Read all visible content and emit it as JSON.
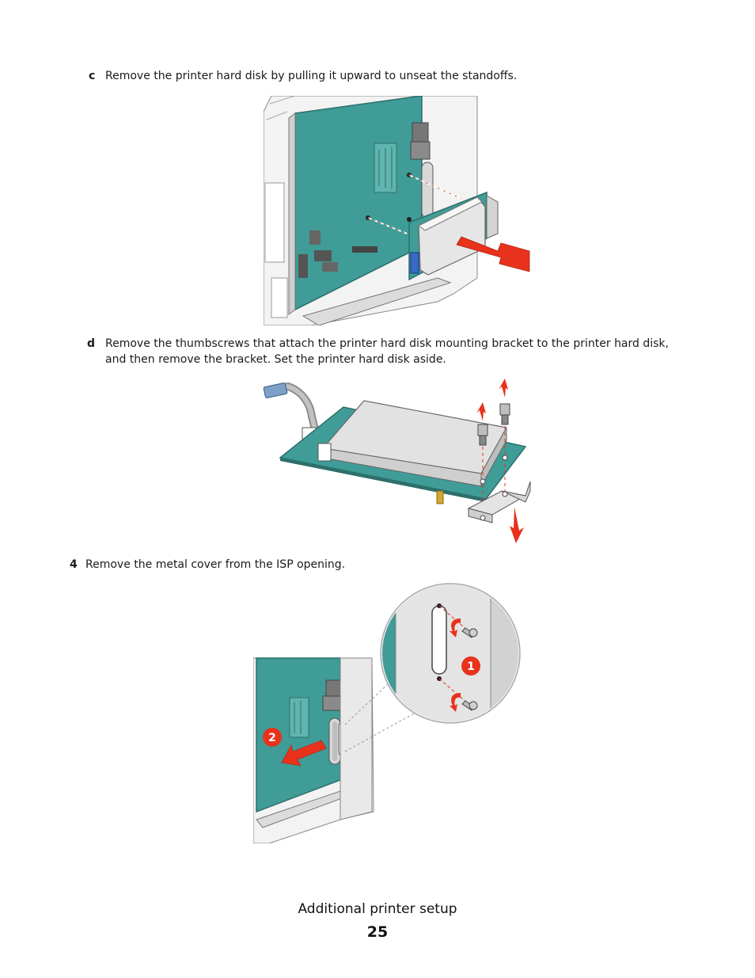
{
  "steps": {
    "c": {
      "marker": "c",
      "text": "Remove the printer hard disk by pulling it upward to unseat the standoffs."
    },
    "d": {
      "marker": "d",
      "text": "Remove the thumbscrews that attach the printer hard disk mounting bracket to the printer hard disk, and then remove the bracket. Set the printer hard disk aside."
    },
    "four": {
      "marker": "4",
      "text": "Remove the metal cover from the ISP opening."
    }
  },
  "callouts": {
    "one": "1",
    "two": "2"
  },
  "footer": {
    "title": "Additional printer setup",
    "page_number": "25"
  },
  "colors": {
    "board": "#3f9c97",
    "arrow": "#e8321c",
    "metal": "#e6e6e6",
    "outline": "#555555"
  }
}
